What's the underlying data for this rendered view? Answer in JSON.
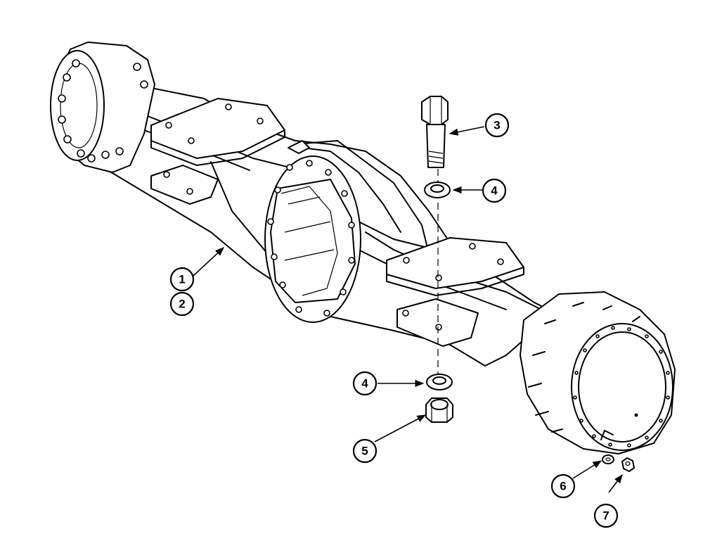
{
  "callouts": [
    {
      "id": "c1",
      "label": "1"
    },
    {
      "id": "c2",
      "label": "2"
    },
    {
      "id": "c3",
      "label": "3"
    },
    {
      "id": "c4a",
      "label": "4"
    },
    {
      "id": "c4b",
      "label": "4"
    },
    {
      "id": "c5",
      "label": "5"
    },
    {
      "id": "c6",
      "label": "6"
    },
    {
      "id": "c7",
      "label": "7"
    }
  ],
  "colors": {
    "line": "#000000",
    "background": "#ffffff"
  }
}
